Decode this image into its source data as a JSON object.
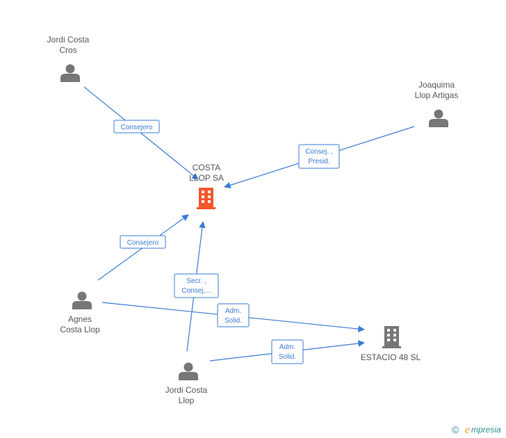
{
  "colors": {
    "edge": "#3a7bd5",
    "person_icon": "#777777",
    "company_main": "#f4572d",
    "company_other": "#777777",
    "label_text": "#555555"
  },
  "nodes": {
    "jordi_costa_cros": {
      "label": [
        "Jordi Costa",
        "Cros"
      ],
      "icon": "person-icon"
    },
    "joaquima_llop_artigas": {
      "label": [
        "Joaquima",
        "Llop Artigas"
      ],
      "icon": "person-icon"
    },
    "costa_llop_sa": {
      "label": [
        "COSTA",
        "LLOP SA"
      ],
      "icon": "building-icon"
    },
    "agnes_costa_llop": {
      "label": [
        "Agnes",
        "Costa Llop"
      ],
      "icon": "person-icon"
    },
    "jordi_costa_llop": {
      "label": [
        "Jordi Costa",
        "Llop"
      ],
      "icon": "person-icon"
    },
    "estacio_48_sl": {
      "label": [
        "ESTACIO 48 SL"
      ],
      "icon": "building-icon"
    }
  },
  "edges": [
    {
      "from": "jordi_costa_cros",
      "to": "costa_llop_sa",
      "label": [
        "Consejero"
      ]
    },
    {
      "from": "joaquima_llop_artigas",
      "to": "costa_llop_sa",
      "label": [
        "Consej. ,",
        "Presid."
      ]
    },
    {
      "from": "agnes_costa_llop",
      "to": "costa_llop_sa",
      "label": [
        "Consejero"
      ]
    },
    {
      "from": "jordi_costa_llop",
      "to": "costa_llop_sa",
      "label": [
        "Secr. ,",
        "Consej...."
      ]
    },
    {
      "from": "agnes_costa_llop",
      "to": "estacio_48_sl",
      "label": [
        "Adm.",
        "Solid."
      ]
    },
    {
      "from": "jordi_costa_llop",
      "to": "estacio_48_sl",
      "label": [
        "Adm.",
        "Solid."
      ]
    }
  ],
  "brand": {
    "copyright": "©",
    "e": "e",
    "rest": "mpresia"
  }
}
